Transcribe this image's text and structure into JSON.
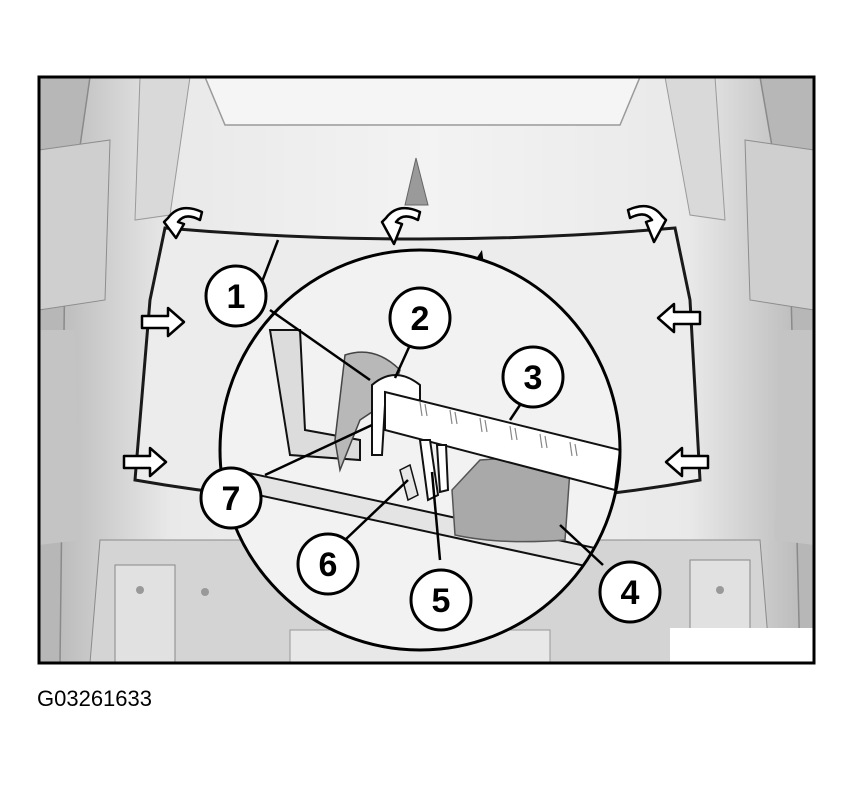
{
  "figure": {
    "callouts": [
      {
        "id": "1",
        "label": "1"
      },
      {
        "id": "2",
        "label": "2"
      },
      {
        "id": "3",
        "label": "3"
      },
      {
        "id": "4",
        "label": "4"
      },
      {
        "id": "5",
        "label": "5"
      },
      {
        "id": "6",
        "label": "6"
      },
      {
        "id": "7",
        "label": "7"
      }
    ],
    "code": "G03261633"
  },
  "colors": {
    "frame": "#000000",
    "car_body": "#e6e6e6",
    "car_shadow": "#b5b5b5",
    "panel_gray": "#a9a9a9",
    "background": "#ffffff"
  }
}
